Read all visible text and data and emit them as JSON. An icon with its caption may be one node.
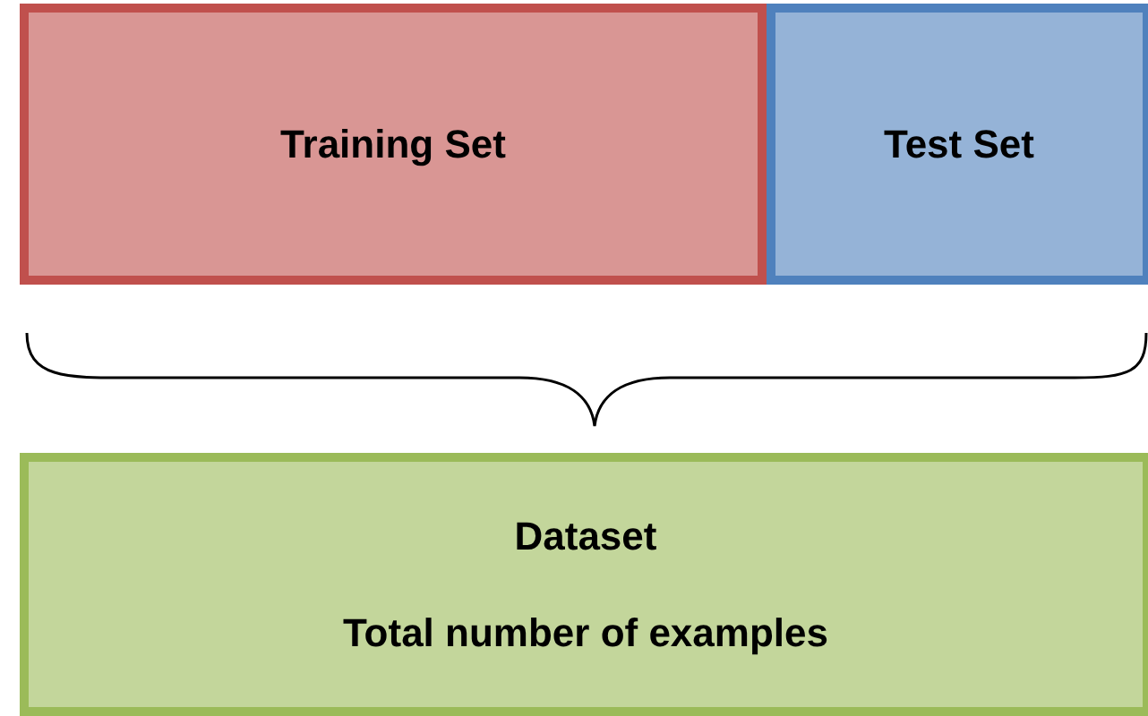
{
  "diagram": {
    "nodes": [
      {
        "text": [
          "Training Set"
        ]
      },
      {
        "text": [
          "Test Set"
        ]
      },
      {
        "text": [
          "Dataset",
          "Total number of examples"
        ]
      }
    ]
  }
}
